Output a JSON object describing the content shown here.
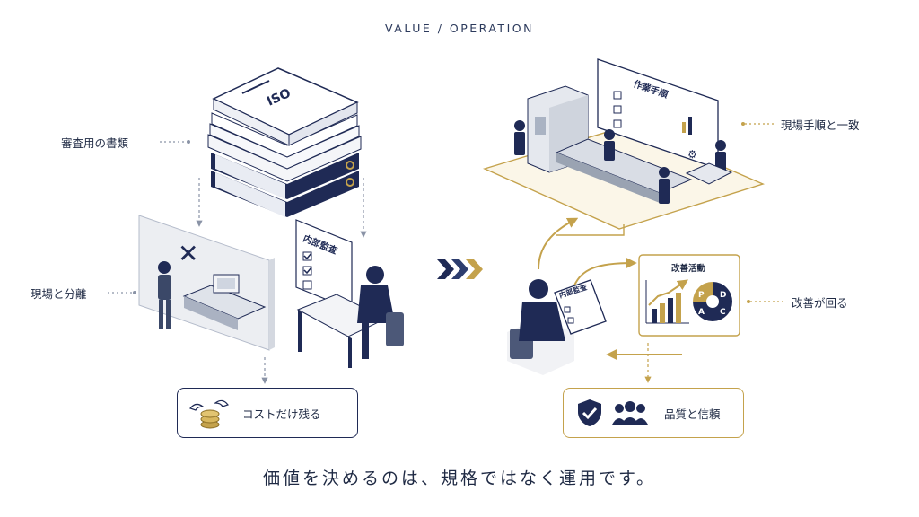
{
  "header": {
    "title": "VALUE / OPERATION"
  },
  "left": {
    "docs_label": "審査用の書類",
    "doc_cover": "ISO",
    "separation_label": "現場と分離",
    "audit_board": "内部監査",
    "cost_box": "コストだけ残る"
  },
  "right": {
    "procedure_board": "作業手順",
    "procedure_label": "現場手順と一致",
    "improvement_card": "改善活動",
    "pdca": {
      "p": "P",
      "d": "D",
      "c": "C",
      "a": "A"
    },
    "clipboard": "内部監査",
    "cycle_label": "改善が回る",
    "quality_box": "品質と信頼"
  },
  "footer": {
    "message": "価値を決めるのは、規格ではなく運用です。"
  },
  "colors": {
    "navy": "#1f2a55",
    "gold": "#c4a24c",
    "gray": "#9aa3b2"
  }
}
